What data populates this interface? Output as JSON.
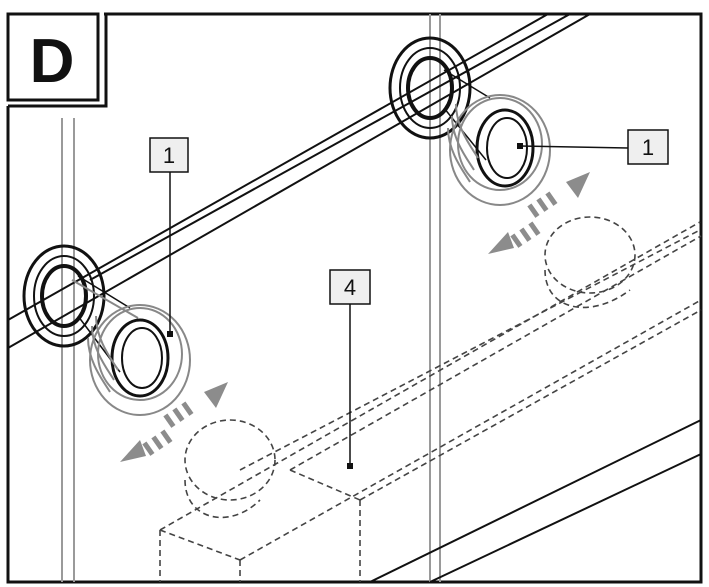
{
  "step_label": "D",
  "callouts": [
    {
      "id": "callout-left-fitting",
      "label": "1"
    },
    {
      "id": "callout-right-fitting",
      "label": "1"
    },
    {
      "id": "callout-mixer-body",
      "label": "4"
    }
  ],
  "colors": {
    "line": "#111111",
    "pipe": "#9a9a9a",
    "dashed": "#444444",
    "arrow": "#8c8c8c",
    "label_bg": "#efefef"
  },
  "icons": [
    "adjust-arrows-icon"
  ]
}
